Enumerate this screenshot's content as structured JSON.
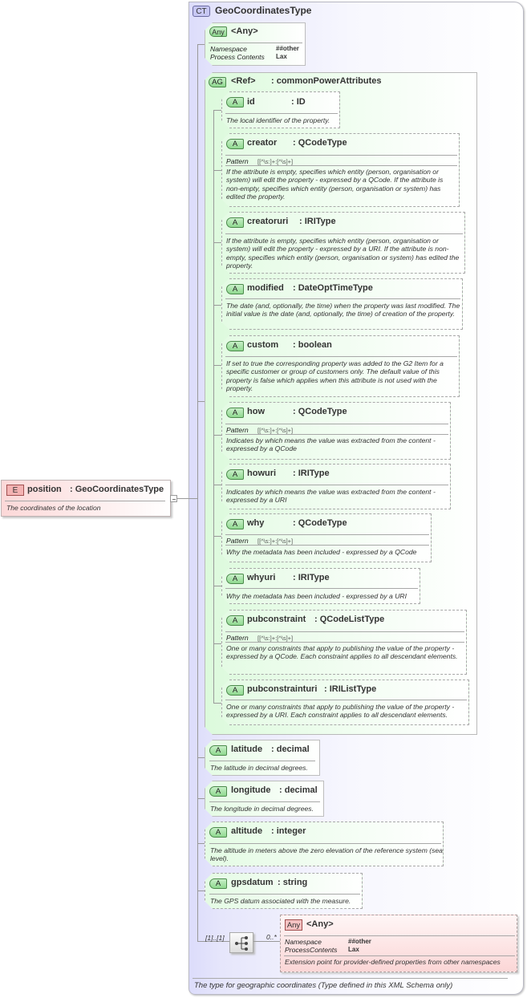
{
  "element": {
    "badge": "E",
    "name": "position",
    "type": ": GeoCoordinatesType",
    "doc": "The coordinates of the location"
  },
  "complex_type": {
    "badge": "CT",
    "title": "GeoCoordinatesType",
    "footer": "The type for geographic coordinates (Type defined in this XML Schema only)"
  },
  "any_top": {
    "badge": "Any",
    "title": "<Any>",
    "namespace_label": "Namespace",
    "namespace_value": "##other",
    "process_label": "Process Contents",
    "process_value": "Lax"
  },
  "attribute_group": {
    "badge": "AG",
    "ref": "<Ref>",
    "name": ": commonPowerAttributes",
    "attributes": [
      {
        "badge": "A",
        "name": "id",
        "type": ": ID",
        "pattern_label": "",
        "pattern": "",
        "doc": "The local identifier of the property."
      },
      {
        "badge": "A",
        "name": "creator",
        "type": ": QCodeType",
        "pattern_label": "Pattern",
        "pattern": "[[^\\s:]+:[^\\s]+]",
        "doc": "If the attribute is empty, specifies which entity (person, organisation or system) will edit the property - expressed by a QCode. If the attribute is non-empty, specifies which entity (person, organisation or system) has edited the property."
      },
      {
        "badge": "A",
        "name": "creatoruri",
        "type": ": IRIType",
        "pattern_label": "",
        "pattern": "",
        "doc": "If the attribute is empty, specifies which entity (person, organisation or system) will edit the property - expressed by a URI. If the attribute is non-empty, specifies which entity (person, organisation or system) has edited the property."
      },
      {
        "badge": "A",
        "name": "modified",
        "type": ": DateOptTimeType",
        "pattern_label": "",
        "pattern": "",
        "doc": "The date (and, optionally, the time) when the property was last modified. The initial value is the date (and, optionally, the time) of creation of the property."
      },
      {
        "badge": "A",
        "name": "custom",
        "type": ": boolean",
        "pattern_label": "",
        "pattern": "",
        "doc": "If set to true the corresponding property was added to the G2 Item for a specific customer or group of customers only. The default value of this property is false which applies when this attribute is not used with the property."
      },
      {
        "badge": "A",
        "name": "how",
        "type": ": QCodeType",
        "pattern_label": "Pattern",
        "pattern": "[[^\\s:]+:[^\\s]+]",
        "doc": "Indicates by which means the value was extracted from the content - expressed by a QCode"
      },
      {
        "badge": "A",
        "name": "howuri",
        "type": ": IRIType",
        "pattern_label": "",
        "pattern": "",
        "doc": "Indicates by which means the value was extracted from the content - expressed by a URI"
      },
      {
        "badge": "A",
        "name": "why",
        "type": ": QCodeType",
        "pattern_label": "Pattern",
        "pattern": "[[^\\s:]+:[^\\s]+]",
        "doc": "Why the metadata has been included - expressed by a QCode"
      },
      {
        "badge": "A",
        "name": "whyuri",
        "type": ": IRIType",
        "pattern_label": "",
        "pattern": "",
        "doc": "Why the metadata has been included - expressed by a URI"
      },
      {
        "badge": "A",
        "name": "pubconstraint",
        "type": ": QCodeListType",
        "pattern_label": "Pattern",
        "pattern": "[[^\\s:]+:[^\\s]+]",
        "doc": "One or many constraints that apply to publishing the value of the property - expressed by a QCode. Each constraint applies to all descendant elements."
      },
      {
        "badge": "A",
        "name": "pubconstrainturi",
        "type": ": IRIListType",
        "pattern_label": "",
        "pattern": "",
        "doc": "One or many constraints that apply to publishing the value of the property - expressed by a URI. Each constraint applies to all descendant elements."
      }
    ]
  },
  "attributes": [
    {
      "badge": "A",
      "name": "latitude",
      "type": ": decimal",
      "doc": "The latitude in decimal degrees."
    },
    {
      "badge": "A",
      "name": "longitude",
      "type": ": decimal",
      "doc": "The longitude in decimal degrees."
    },
    {
      "badge": "A",
      "name": "altitude",
      "type": ": integer",
      "doc": "The altitude in meters above the zero elevation of the reference system (sea level)."
    },
    {
      "badge": "A",
      "name": "gpsdatum",
      "type": ": string",
      "doc": "The GPS datum associated with the measure."
    }
  ],
  "sequence": {
    "occurrence": "[1]..[1]",
    "child_occurrence": "0..*"
  },
  "any_bottom": {
    "badge": "Any",
    "title": "<Any>",
    "namespace_label": "Namespace",
    "namespace_value": "##other",
    "process_label": "ProcessContents",
    "process_value": "Lax",
    "doc": "Extension point for provider-defined properties from other namespaces"
  }
}
